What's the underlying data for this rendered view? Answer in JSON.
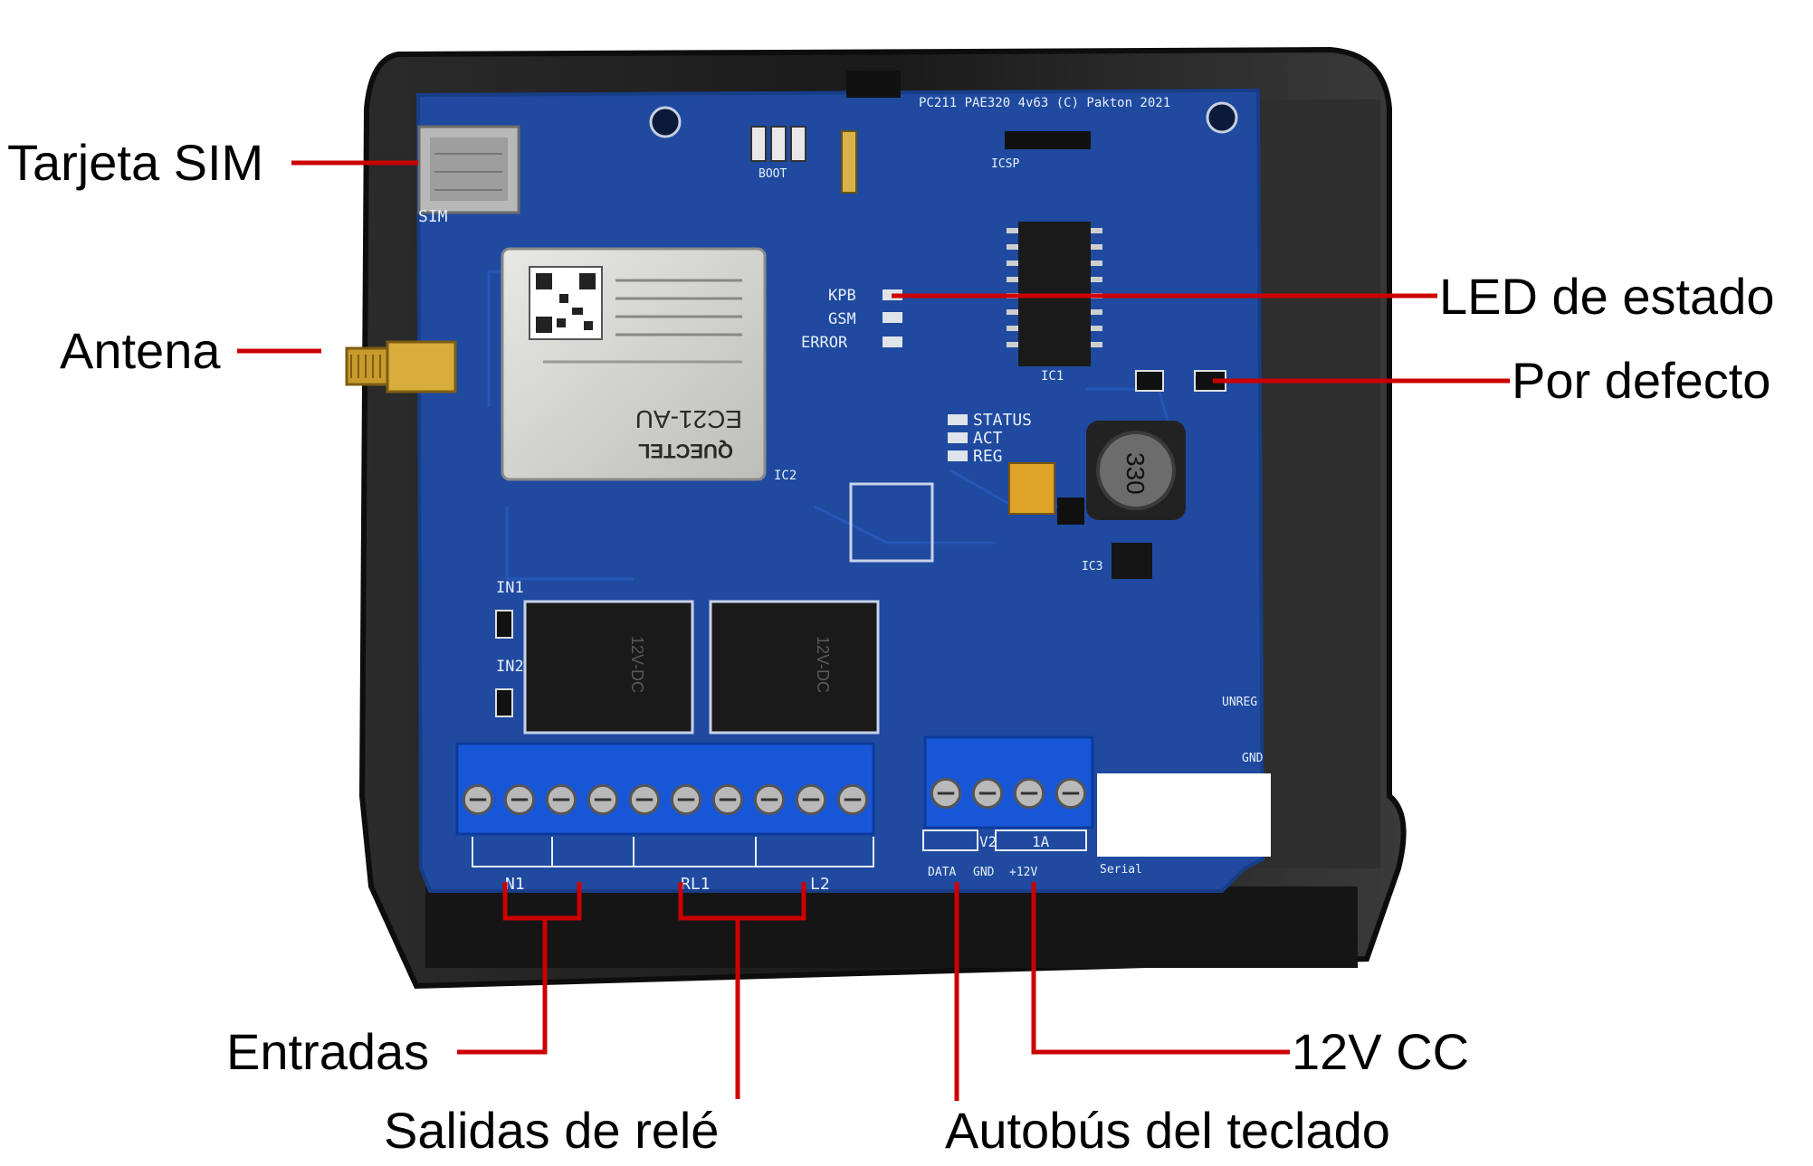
{
  "labels": {
    "sim": "Tarjeta SIM",
    "antenna": "Antena",
    "status_led": "LED de estado",
    "default": "Por defecto",
    "inputs": "Entradas",
    "relay_outputs": "Salidas de relé",
    "keypad_bus": "Autobús del teclado",
    "power": "12V CC"
  },
  "board": {
    "header": "PC211 PAE320 4v63 (C) Pakton 2021",
    "sim_silk": "SIM",
    "led_kpb": "KPB",
    "led_gsm": "GSM",
    "led_error": "ERROR",
    "led_status": "STATUS",
    "led_act": "ACT",
    "led_reg": "REG",
    "icsp": "ICSP",
    "boot": "BOOT",
    "ic1": "IC1",
    "ic2": "IC2",
    "ic3": "IC3",
    "in1": "IN1",
    "in2": "IN2",
    "rl1": "RL1",
    "rl2": "L2",
    "n1": "N1",
    "data": "DATA",
    "gnd": "GND",
    "plus12v": "+12V",
    "v2": "V2",
    "one_a": "1A",
    "serial": "Serial",
    "unreg": "UNREG",
    "gnd2": "GND",
    "inductor": "330",
    "module_brand": "QUECTEL",
    "module_model": "EC21-AU",
    "relay_rating": "12V-DC"
  },
  "colors": {
    "pcb": "#1f4aa0",
    "case": "#1e1e1e",
    "terminal": "#1856d8",
    "callout_line": "#cc0000"
  }
}
